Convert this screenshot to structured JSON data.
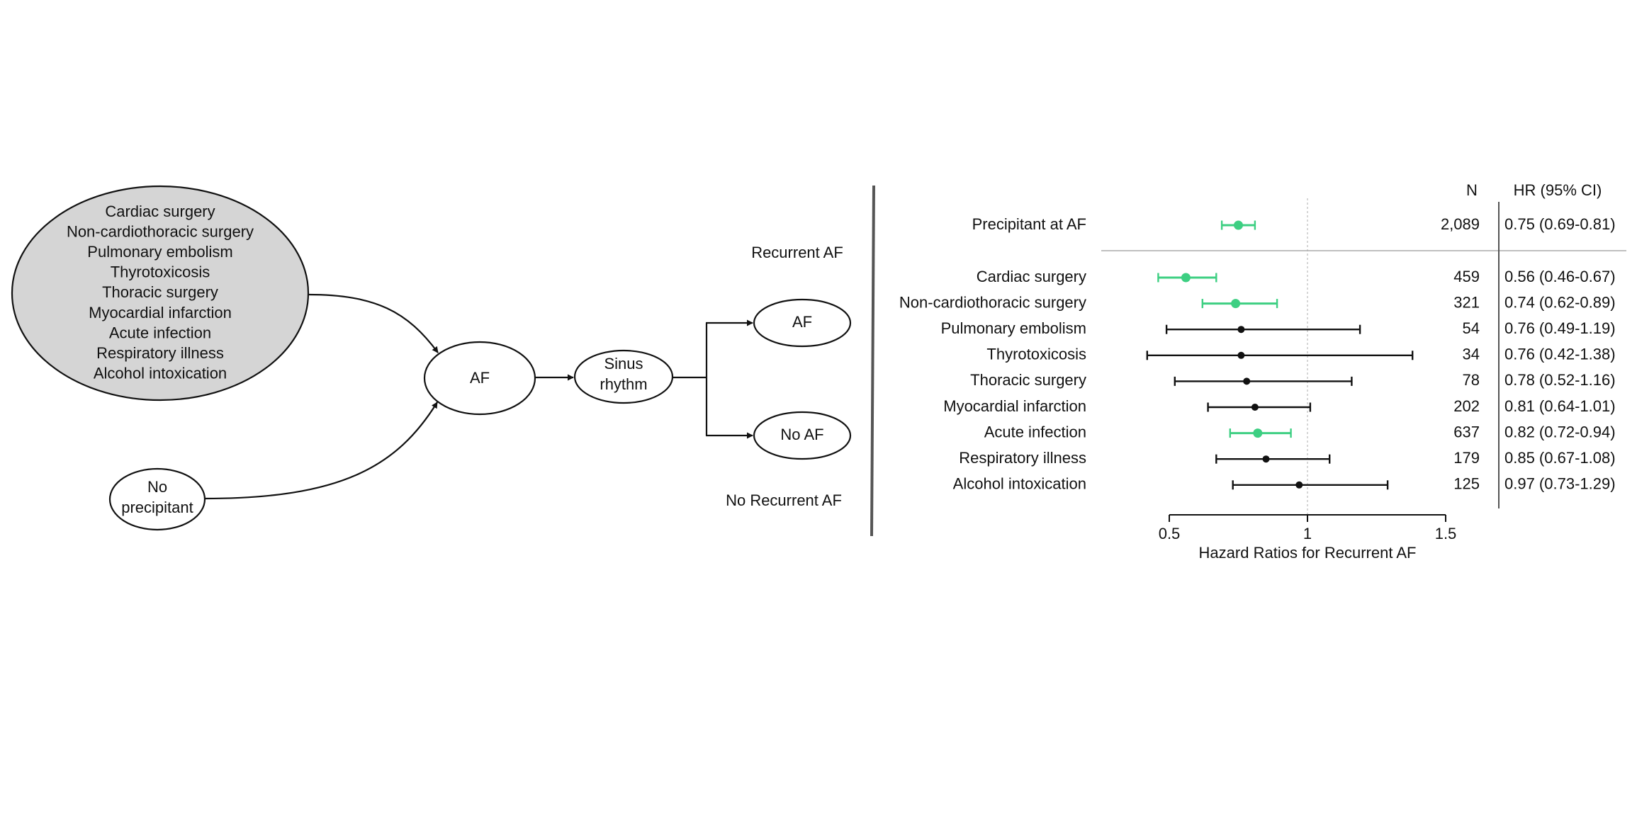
{
  "diagram": {
    "precipitants_ellipse": {
      "lines": [
        "Cardiac surgery",
        "Non-cardiothoracic surgery",
        "Pulmonary embolism",
        "Thyrotoxicosis",
        "Thoracic surgery",
        "Myocardial infarction",
        "Acute infection",
        "Respiratory illness",
        "Alcohol intoxication"
      ],
      "fill": "#d5d5d5"
    },
    "no_precipitant": [
      "No",
      "precipitant"
    ],
    "af_node": "AF",
    "sinus_node": [
      "Sinus",
      "rhythm"
    ],
    "recurrent_label": "Recurrent AF",
    "af_outcome": "AF",
    "no_af_outcome": "No AF",
    "no_recurrent_label": "No Recurrent AF"
  },
  "chart_data": {
    "type": "forest",
    "xlabel": "Hazard Ratios for Recurrent AF",
    "xlim": [
      0.5,
      1.5
    ],
    "ticks": [
      "0.5",
      "1",
      "1.5"
    ],
    "reference_line": 1,
    "n_header": "N",
    "hr_header": "HR (95% CI)",
    "colors": {
      "highlight": "#3dcf82",
      "default": "#111111"
    },
    "overall": {
      "label": "Precipitant at AF",
      "hr": 0.75,
      "lo": 0.69,
      "hi": 0.81,
      "n": "2,089",
      "ci_text": "0.75 (0.69-0.81)",
      "highlight": true
    },
    "rows": [
      {
        "label": "Cardiac surgery",
        "hr": 0.56,
        "lo": 0.46,
        "hi": 0.67,
        "n": "459",
        "ci_text": "0.56 (0.46-0.67)",
        "highlight": true
      },
      {
        "label": "Non-cardiothoracic surgery",
        "hr": 0.74,
        "lo": 0.62,
        "hi": 0.89,
        "n": "321",
        "ci_text": "0.74 (0.62-0.89)",
        "highlight": true
      },
      {
        "label": "Pulmonary embolism",
        "hr": 0.76,
        "lo": 0.49,
        "hi": 1.19,
        "n": "54",
        "ci_text": "0.76 (0.49-1.19)",
        "highlight": false
      },
      {
        "label": "Thyrotoxicosis",
        "hr": 0.76,
        "lo": 0.42,
        "hi": 1.38,
        "n": "34",
        "ci_text": "0.76 (0.42-1.38)",
        "highlight": false
      },
      {
        "label": "Thoracic surgery",
        "hr": 0.78,
        "lo": 0.52,
        "hi": 1.16,
        "n": "78",
        "ci_text": "0.78 (0.52-1.16)",
        "highlight": false
      },
      {
        "label": "Myocardial infarction",
        "hr": 0.81,
        "lo": 0.64,
        "hi": 1.01,
        "n": "202",
        "ci_text": "0.81 (0.64-1.01)",
        "highlight": false
      },
      {
        "label": "Acute infection",
        "hr": 0.82,
        "lo": 0.72,
        "hi": 0.94,
        "n": "637",
        "ci_text": "0.82 (0.72-0.94)",
        "highlight": true
      },
      {
        "label": "Respiratory illness",
        "hr": 0.85,
        "lo": 0.67,
        "hi": 1.08,
        "n": "179",
        "ci_text": "0.85 (0.67-1.08)",
        "highlight": false
      },
      {
        "label": "Alcohol intoxication",
        "hr": 0.97,
        "lo": 0.73,
        "hi": 1.29,
        "n": "125",
        "ci_text": "0.97 (0.73-1.29)",
        "highlight": false
      }
    ]
  }
}
